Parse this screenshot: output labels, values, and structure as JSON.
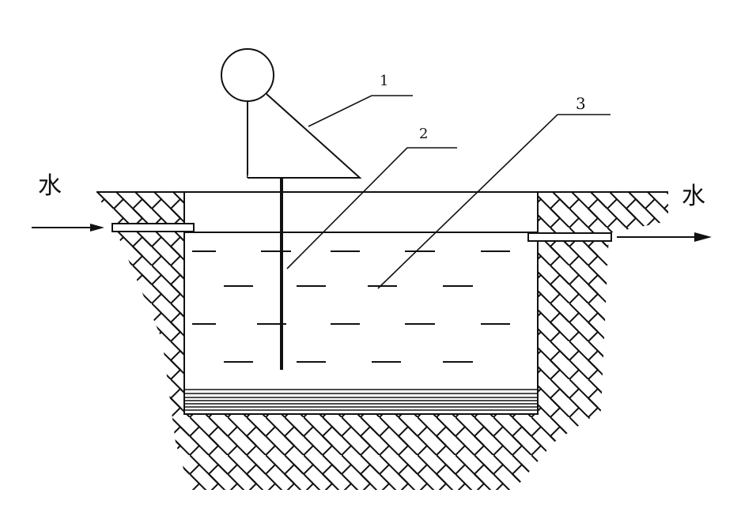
{
  "labels": {
    "water_in": "水",
    "water_out": "水",
    "callout_1": "1",
    "callout_2": "2",
    "callout_3": "3"
  },
  "colors": {
    "ink": "#111111",
    "background": "#ffffff"
  }
}
